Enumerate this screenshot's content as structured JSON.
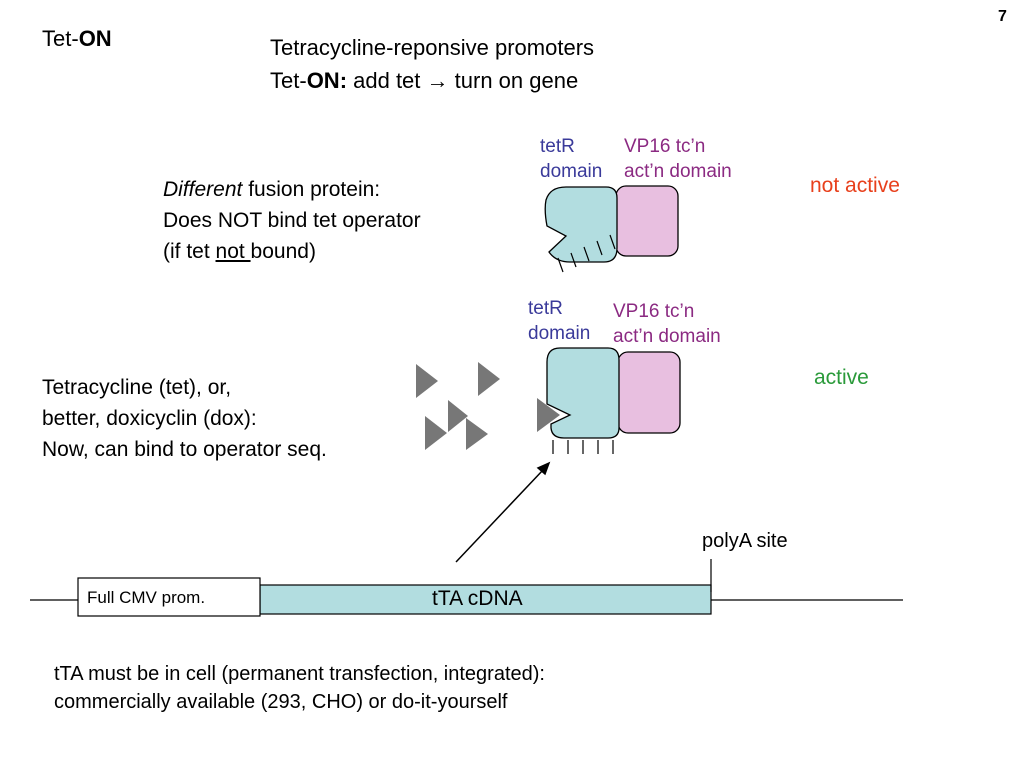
{
  "page_number": "7",
  "title": {
    "prefix": "Tet-",
    "bold": "ON"
  },
  "heading": {
    "line1": "Tetracycline-reponsive promoters",
    "line2_prefix": "Tet-",
    "line2_bold": "ON:",
    "line2_rest": " add tet ",
    "line2_arrow": "→",
    "line2_end": " turn on gene"
  },
  "inactive_panel": {
    "tetR_label_1": "tetR",
    "tetR_label_2": "domain",
    "vp16_label_1": "VP16 tc’n",
    "vp16_label_2": "act’n domain",
    "status": "not active",
    "desc_italic": "Different",
    "desc_line1_rest": " fusion protein:",
    "desc_line2": "Does NOT bind tet operator",
    "desc_line3_pre": "(if tet ",
    "desc_line3_under": "not ",
    "desc_line3_post": "bound)"
  },
  "active_panel": {
    "tetR_label_1": "tetR",
    "tetR_label_2": "domain",
    "vp16_label_1": "VP16 tc’n",
    "vp16_label_2": "act’n domain",
    "status": "active",
    "desc_line1": "Tetracycline (tet), or,",
    "desc_line2": "better, doxicyclin (dox):",
    "desc_line3": "Now, can bind to operator seq."
  },
  "construct": {
    "promoter_label": "Full CMV prom.",
    "cdna_label": "tTA cDNA",
    "polya_label": "polyA site"
  },
  "footer": {
    "line1": "tTA must be in cell (permanent transfection, integrated):",
    "line2": "commercially available (293, CHO) or do-it-yourself"
  },
  "colors": {
    "tetR_fill": "#b2dde0",
    "vp16_fill": "#e8bfe0",
    "tetR_label": "#3a3a9a",
    "vp16_label": "#8b2a82",
    "not_active": "#e8401c",
    "active": "#2a9a3a",
    "drug_fill": "#777777"
  }
}
